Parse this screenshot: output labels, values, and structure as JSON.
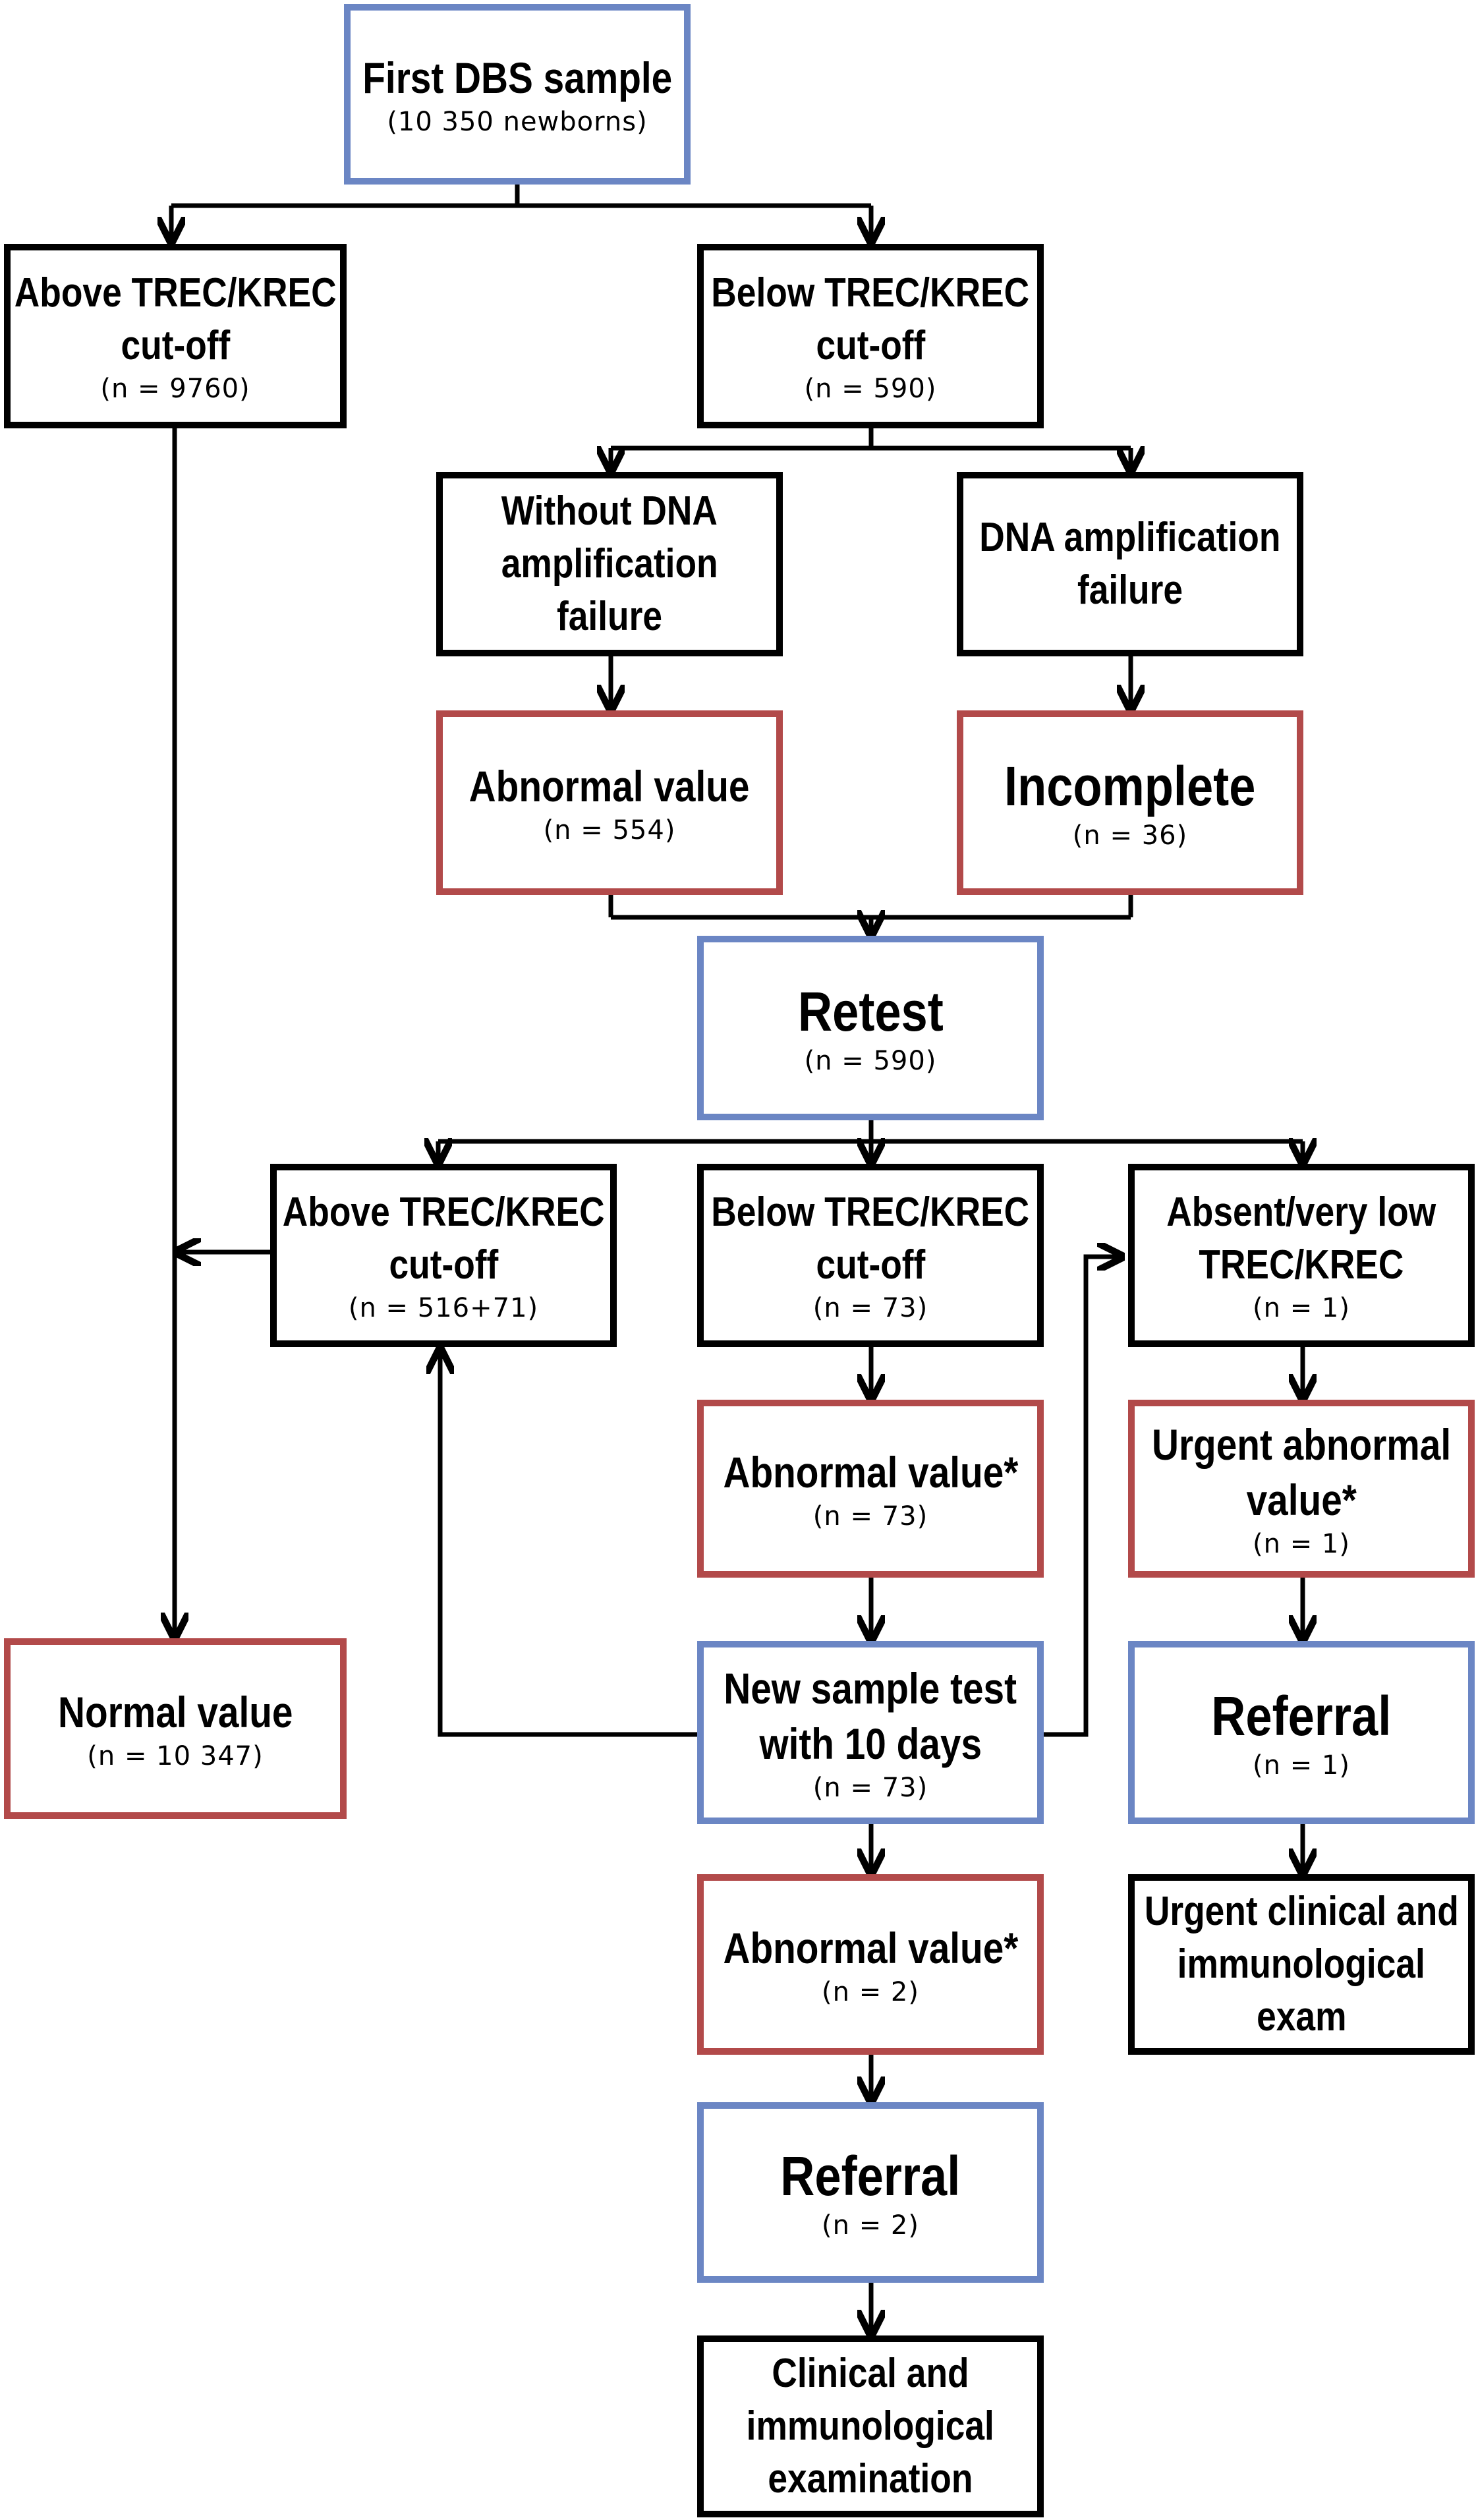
{
  "nodes": {
    "first_dbs": {
      "title": "First DBS sample",
      "count": "(10 350 newborns)"
    },
    "above1": {
      "title": [
        "Above TREC/KREC",
        "cut-off"
      ],
      "count": "(n = 9760)"
    },
    "below1": {
      "title": [
        "Below TREC/KREC",
        "cut-off"
      ],
      "count": "(n = 590)"
    },
    "without_dna": {
      "title": [
        "Without DNA",
        "amplification",
        "failure"
      ]
    },
    "dna_fail": {
      "title": [
        "DNA amplification",
        "failure"
      ]
    },
    "abnormal1": {
      "title": "Abnormal value",
      "count": "(n = 554)"
    },
    "incomplete": {
      "title": "Incomplete",
      "count": "(n = 36)"
    },
    "retest": {
      "title": "Retest",
      "count": "(n = 590)"
    },
    "above2": {
      "title": [
        "Above TREC/KREC",
        "cut-off"
      ],
      "count": "(n = 516+71)"
    },
    "below2": {
      "title": [
        "Below TREC/KREC",
        "cut-off"
      ],
      "count": "(n = 73)"
    },
    "absent": {
      "title": [
        "Absent/very low",
        "TREC/KREC"
      ],
      "count": "(n = 1)"
    },
    "abnormal2": {
      "title": "Abnormal value*",
      "count": "(n = 73)"
    },
    "urgent_abnormal": {
      "title": [
        "Urgent abnormal",
        "value*"
      ],
      "count": "(n = 1)"
    },
    "normal": {
      "title": "Normal value",
      "count": "(n = 10 347)"
    },
    "new_sample": {
      "title": [
        "New sample test",
        "with 10 days"
      ],
      "count": "(n = 73)"
    },
    "referral1": {
      "title": "Referral",
      "count": "(n = 1)"
    },
    "abnormal3": {
      "title": "Abnormal value*",
      "count": "(n = 2)"
    },
    "urgent_exam": {
      "title": [
        "Urgent clinical and",
        "immunological",
        "exam"
      ]
    },
    "referral2": {
      "title": "Referral",
      "count": "(n = 2)"
    },
    "clinical_exam": {
      "title": [
        "Clinical and",
        "immunological",
        "examination"
      ]
    }
  },
  "colors": {
    "blue_border": "#6b86c4",
    "red_border": "#b24a4a",
    "black_border": "#000000"
  }
}
